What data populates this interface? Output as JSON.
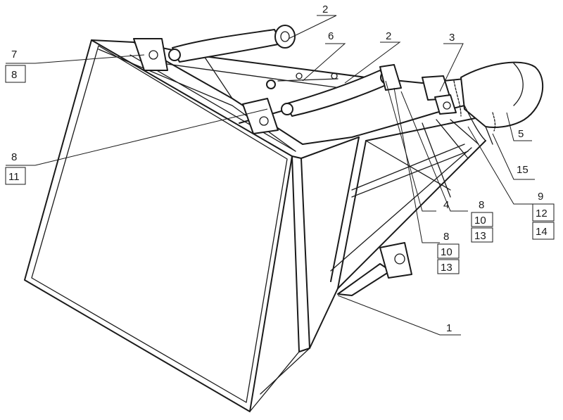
{
  "callouts": {
    "c2a": "2",
    "c7": "7",
    "c8a": "8",
    "c6": "6",
    "c2b": "2",
    "c3": "3",
    "c5": "5",
    "c8b": "8",
    "c11": "11",
    "c15": "15",
    "c9": "9",
    "c12": "12",
    "c14": "14",
    "c4": "4",
    "c8c": "8",
    "c10a": "10",
    "c13a": "13",
    "c8d": "8",
    "c10b": "10",
    "c13b": "13",
    "c1": "1"
  }
}
